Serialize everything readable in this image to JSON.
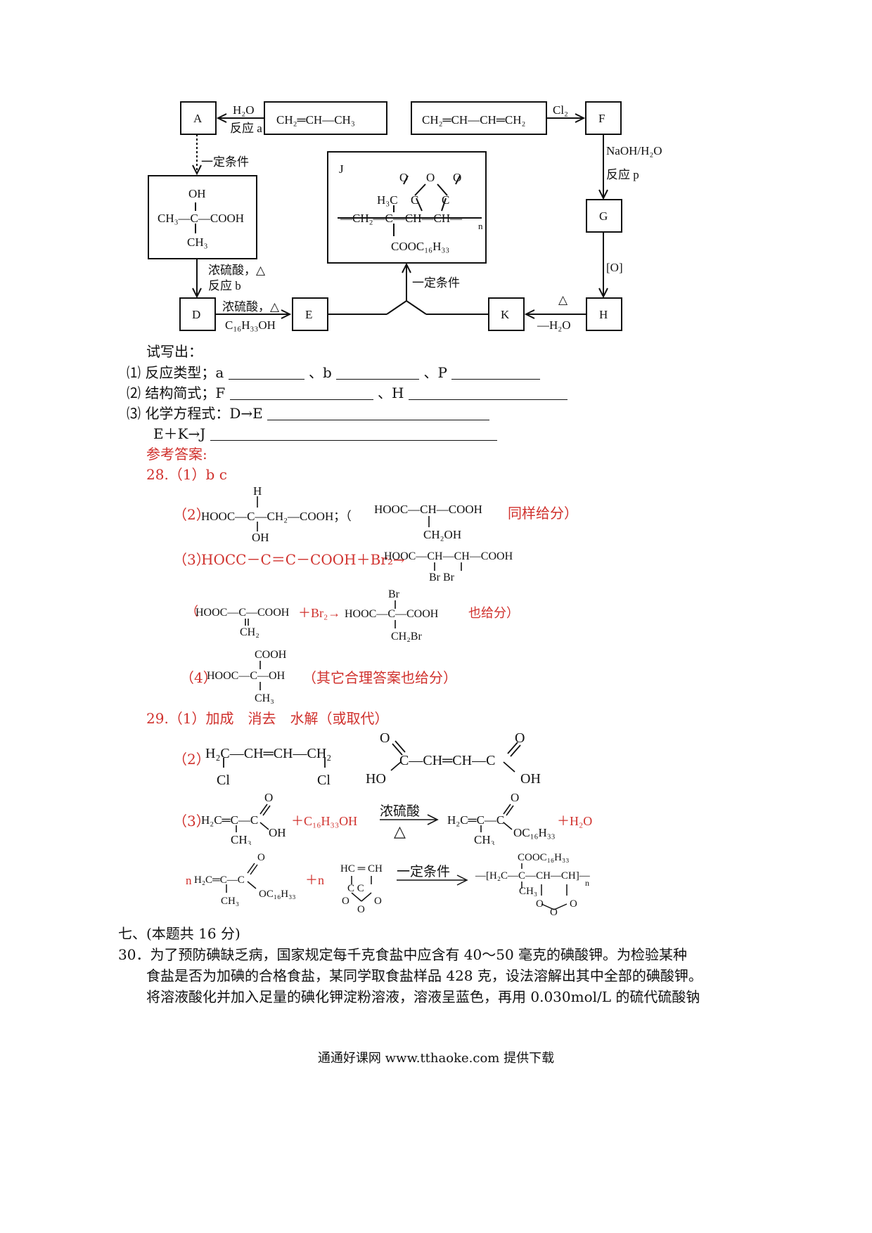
{
  "diagram": {
    "A": "A",
    "F": "F",
    "G": "G",
    "H": "H",
    "K": "K",
    "D": "D",
    "E": "E",
    "J": "J",
    "propene": "CH₂═CH—CH₃",
    "butadiene": "CH₂═CH—CH═CH₂",
    "h2o": "H₂O",
    "rxn_a": "反应 a",
    "cl2": "Cl₂",
    "naoh": "NaOH/H₂O",
    "rxn_p": "反应 p",
    "oxid": "[O]",
    "cond1": "一定条件",
    "cond2": "一定条件",
    "h2so4_b": "浓硫酸，△",
    "rxn_b": "反应 b",
    "h2so4_e": "浓硫酸，△",
    "c16": "C₁₆H₃₃OH",
    "delta": "△",
    "minus_h2o": "—H₂O",
    "C_struct": {
      "oh": "OH",
      "left": "CH₃—C—COOH",
      "bottom": "CH₃"
    },
    "J_struct": {
      "h3c": "H₃C",
      "chain": "—CH₂—C—CH—CH—",
      "ester": "COOC₁₆H₃₃",
      "n": "n"
    }
  },
  "questions": {
    "intro": "试写出：",
    "q1": "⑴ 反应类型；a",
    "q1_b": "、b",
    "q1_p": "、P",
    "q2": "⑵ 结构简式；F",
    "q2_h": "、H",
    "q3": "⑶ 化学方程式：D→E",
    "q3_ek": "E＋K→J"
  },
  "answers": {
    "title": "参考答案:",
    "a28_1": "28.（1）b c",
    "a28_2_label": "（2）",
    "a28_2_struct1": "HOOC—C—CH₂—COOH；（",
    "a28_2_H": "H",
    "a28_2_OH": "OH",
    "a28_2_struct2": "HOOC—CH—COOH",
    "a28_2_ch2oh": "CH₂OH",
    "a28_2_note": "同样给分）",
    "a28_3_label": "（3）",
    "a28_3_eq_red": "HOCC－C＝C－COOH＋Br₂→",
    "a28_3_prod": "HOOC—CH—CH—COOH",
    "a28_3_br": "Br   Br",
    "a28_3b_open": "（",
    "a28_3b_react": "HOOC—C—COOH",
    "a28_3b_ch2": "CH₂",
    "a28_3b_plus": "＋Br₂→",
    "a28_3b_prod": "HOOC—C—COOH",
    "a28_3b_br": "Br",
    "a28_3b_ch2br": "CH₂Br",
    "a28_3b_note": "也给分）",
    "a28_4_label": "（4）",
    "a28_4_cooh": "COOH",
    "a28_4_struct": "HOOC—C—OH",
    "a28_4_ch3": "CH₃",
    "a28_4_note": "（其它合理答案也给分）",
    "a29_1": "29.（1）加成　消去　水解（或取代）",
    "a29_2_label": "（2）",
    "a29_2_f": "H₂C—CH═CH—CH₂",
    "a29_2_cl": "Cl",
    "a29_2_h_mid": "C—CH═CH—C",
    "a29_2_ho": "HO",
    "a29_2_oh": "OH",
    "a29_2_o": "O",
    "a29_3_label": "（3）",
    "a29_3_r1": "H₂C═C—C",
    "a29_3_ch3": "CH₃",
    "a29_3_oh": "OH",
    "a29_3_o": "O",
    "a29_3_plus": "＋C₁₆H₃₃OH",
    "a29_3_cond": "浓硫酸",
    "a29_3_delta": "△",
    "a29_3_prod": "H₂C═C—C",
    "a29_3_oc16": "OC₁₆H₃₃",
    "a29_3_h2o": "＋H₂O",
    "a29_3b_n": "n",
    "a29_3b_r": "H₂C═C—C",
    "a29_3b_plus": "＋n",
    "a29_3b_hc": "HC ═ CH",
    "a29_3b_cc": "C     C",
    "a29_3b_cond": "一定条件",
    "a29_3b_prod_top": "COOC₁₆H₃₃",
    "a29_3b_prod": "—[H₂C—C—CH—CH]—",
    "a29_3b_prod_ch3": "CH₃",
    "a29_3b_n2": "n"
  },
  "section7": {
    "title": "七、(本题共 16 分)",
    "q30_line1": "30．为了预防碘缺乏病，国家规定每千克食盐中应含有 40～50 毫克的碘酸钾。为检验某种",
    "q30_line2": "食盐是否为加碘的合格食盐，某同学取食盐样品 428 克，设法溶解出其中全部的碘酸钾。",
    "q30_line3": "将溶液酸化并加入足量的碘化钾淀粉溶液，溶液呈蓝色，再用 0.030mol/L 的硫代硫酸钠"
  },
  "footer": "通通好课网  www.tthaoke.com  提供下载"
}
